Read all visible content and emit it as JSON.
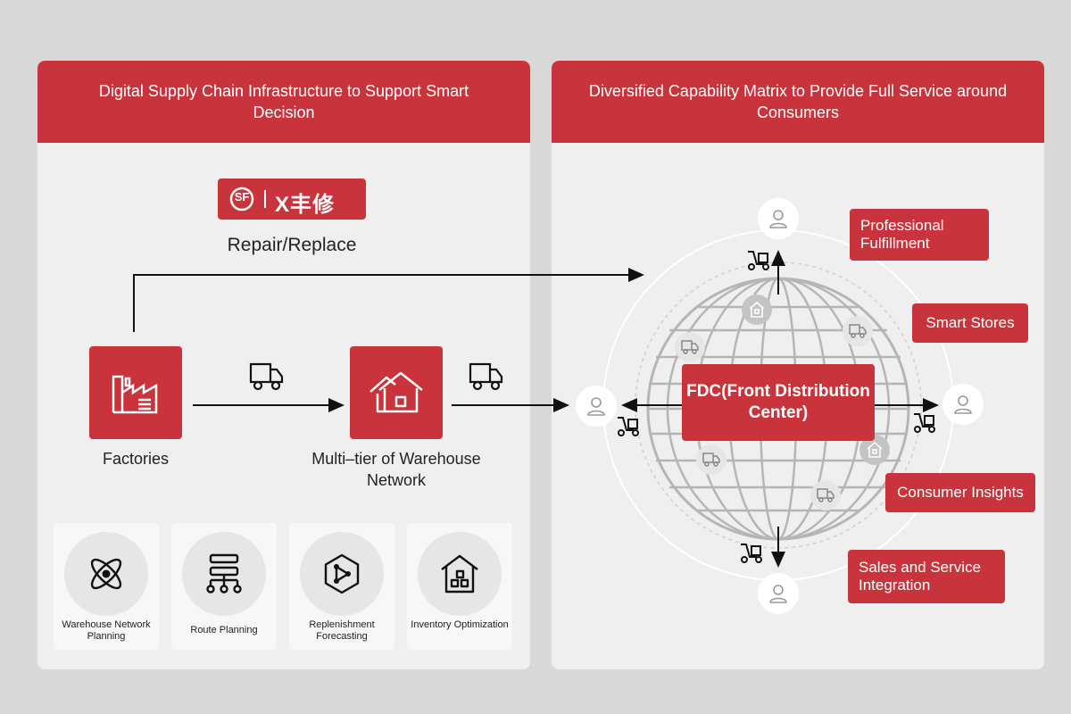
{
  "left_panel": {
    "header": "Digital Supply Chain Infrastructure to Support Smart Decision",
    "logo": {
      "sf_text": "SF",
      "brand_text": "X丰修"
    },
    "repair_label": "Repair/Replace",
    "factories_label": "Factories",
    "warehouse_label": "Multi–tier of Warehouse Network",
    "tools": [
      {
        "label": "Warehouse Network Planning",
        "icon": "atom-icon"
      },
      {
        "label": "Route Planning",
        "icon": "route-tree-icon"
      },
      {
        "label": "Replenishment Forecasting",
        "icon": "hexagon-share-icon"
      },
      {
        "label": "Inventory Optimization",
        "icon": "inventory-house-icon"
      }
    ]
  },
  "right_panel": {
    "header": "Diversified Capability Matrix to Provide Full Service around Consumers",
    "fdc_label": "FDC(Front Distribution Center)",
    "capabilities": [
      "Professional Fulfillment",
      "Smart Stores",
      "Consumer Insights",
      "Sales and Service Integration"
    ]
  },
  "colors": {
    "brand_red": "#c9333b",
    "panel_bg": "#efefef",
    "page_bg": "#d8d8d8"
  }
}
